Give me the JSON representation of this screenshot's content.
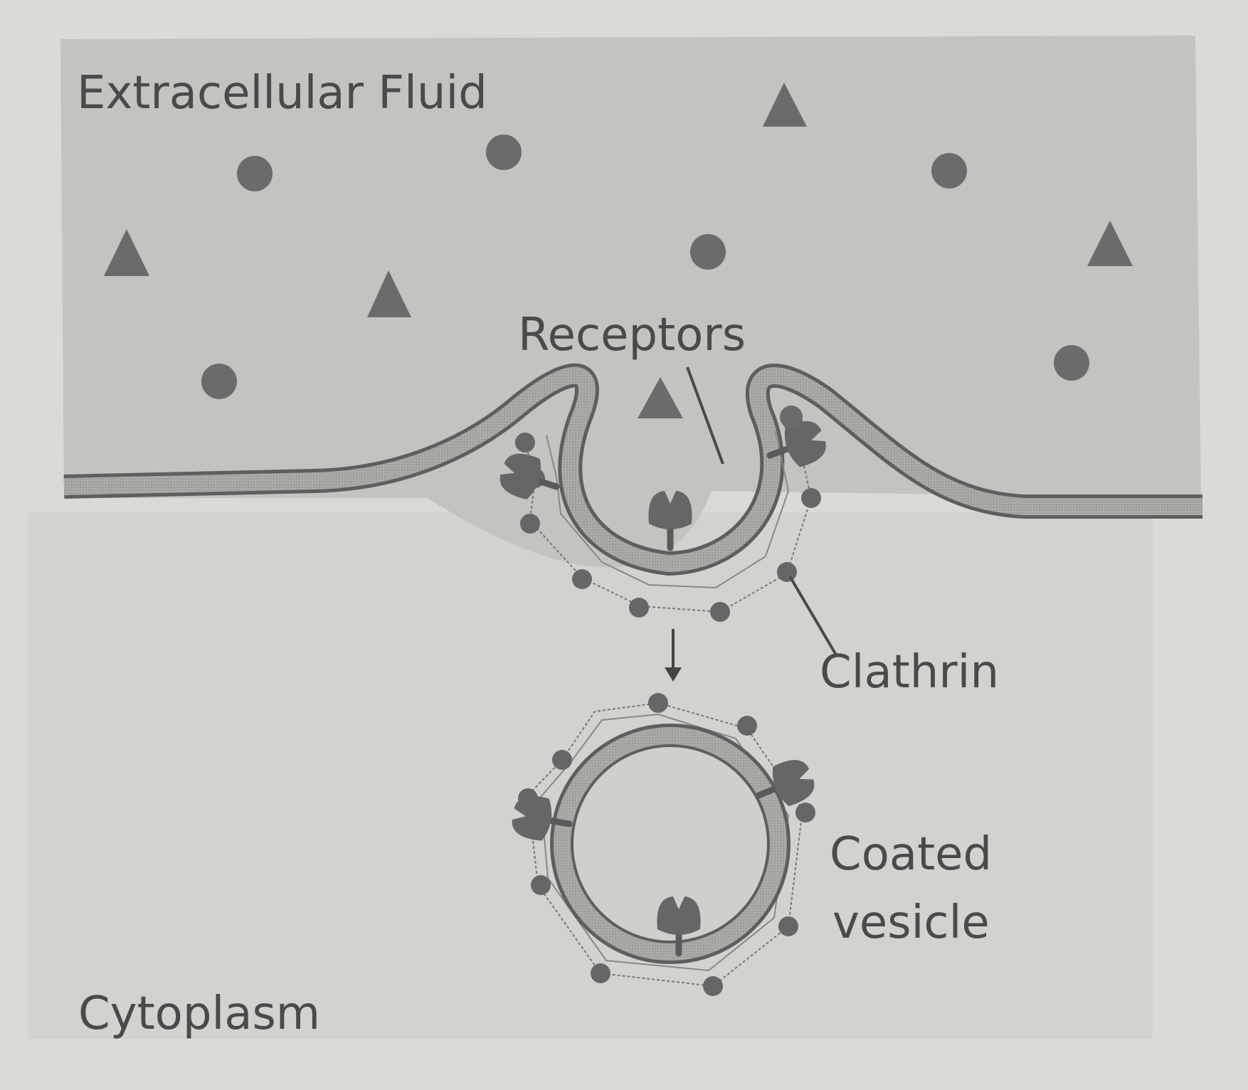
{
  "labels": {
    "extracellular": "Extracellular Fluid",
    "receptors": "Receptors",
    "clathrin": "Clathrin",
    "coated_line1": "Coated",
    "coated_line2": "vesicle",
    "cytoplasm": "Cytoplasm"
  },
  "colors": {
    "page": "#dcdad5",
    "extracellular": "#c6c5c1",
    "cytoplasm": "#d5d4d0",
    "membrane": "#a8a7a3",
    "membrane_edge": "#5e5e5e",
    "particle": "#6b6b6b",
    "text": "#4a4a4a"
  }
}
